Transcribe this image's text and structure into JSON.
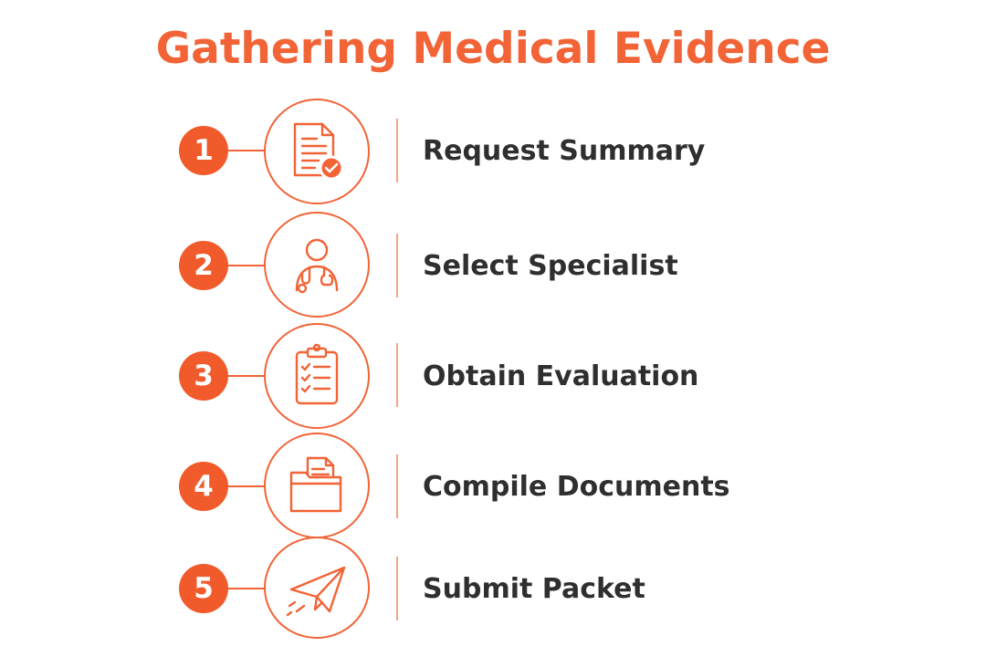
{
  "title": "Gathering Medical Evidence",
  "colors": {
    "accent": "#f26336",
    "badge": "#f15a2b",
    "label_text": "#2f2f2f",
    "divider": "#f5a486"
  },
  "steps": [
    {
      "number": "1",
      "label": "Request Summary",
      "icon": "document-check-icon"
    },
    {
      "number": "2",
      "label": "Select Specialist",
      "icon": "doctor-stethoscope-icon"
    },
    {
      "number": "3",
      "label": "Obtain Evaluation",
      "icon": "clipboard-checklist-icon"
    },
    {
      "number": "4",
      "label": "Compile Documents",
      "icon": "folder-documents-icon"
    },
    {
      "number": "5",
      "label": "Submit Packet",
      "icon": "paper-plane-icon"
    }
  ]
}
